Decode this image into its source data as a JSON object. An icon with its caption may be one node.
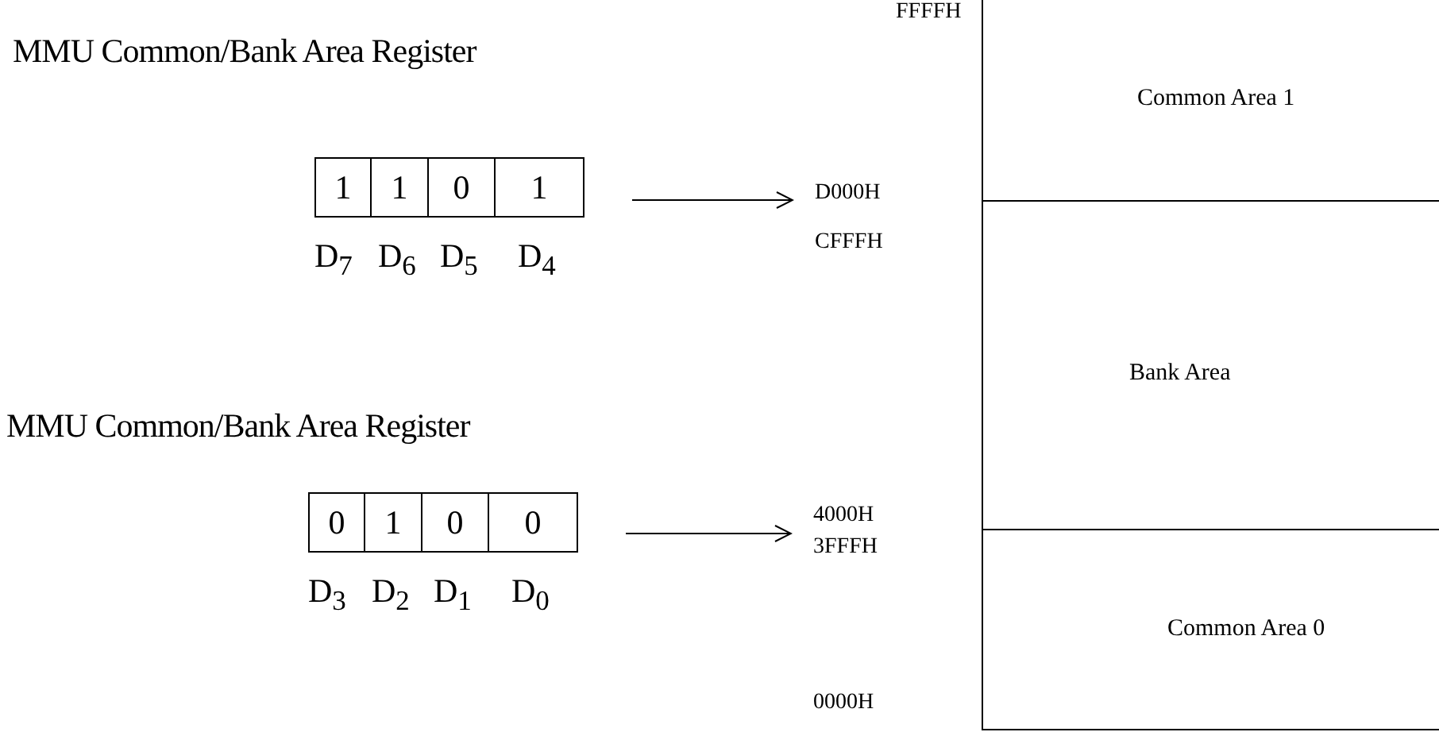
{
  "diagram": {
    "nodes": [
      {
        "text": [
          "MMU Common/Bank Area Register"
        ]
      },
      {
        "text": [
          "1"
        ],
        "in": 0,
        "beside": [
          "D$_{7}$"
        ]
      },
      {
        "text": [
          "1"
        ],
        "in": 0,
        "beside": [
          "D$_{6}$"
        ]
      },
      {
        "text": [
          "0"
        ],
        "in": 0,
        "beside": [
          "D$_{5}$"
        ]
      },
      {
        "text": [
          "1"
        ],
        "in": 0,
        "beside": [
          "D$_{4}$"
        ]
      },
      {
        "text": [
          "D000H"
        ]
      },
      {
        "text": [
          "MMU Common/Bank Area Register"
        ]
      },
      {
        "text": [
          "0"
        ],
        "in": 6,
        "beside": [
          "D$_{3}$"
        ]
      },
      {
        "text": [
          "1"
        ],
        "in": 6,
        "beside": [
          "D$_{2}$"
        ]
      },
      {
        "text": [
          "0"
        ],
        "in": 6,
        "beside": [
          "D$_{1}$"
        ]
      },
      {
        "text": [
          "0"
        ],
        "in": 6,
        "beside": [
          "D$_{0}$"
        ]
      },
      {
        "text": [
          "4000H"
        ]
      },
      {
        "text": [
          "Common Area 1"
        ]
      },
      {
        "text": [
          "Bank Area"
        ]
      },
      {
        "text": [
          "Common Area 0"
        ]
      }
    ],
    "edges": [
      {
        "from": 0,
        "to": 5,
        "arrow": "to"
      },
      {
        "from": 6,
        "to": 11,
        "arrow": "to"
      }
    ],
    "labels": [
      "FFFFH",
      "CFFFH",
      "3FFFH",
      "0000H"
    ]
  }
}
